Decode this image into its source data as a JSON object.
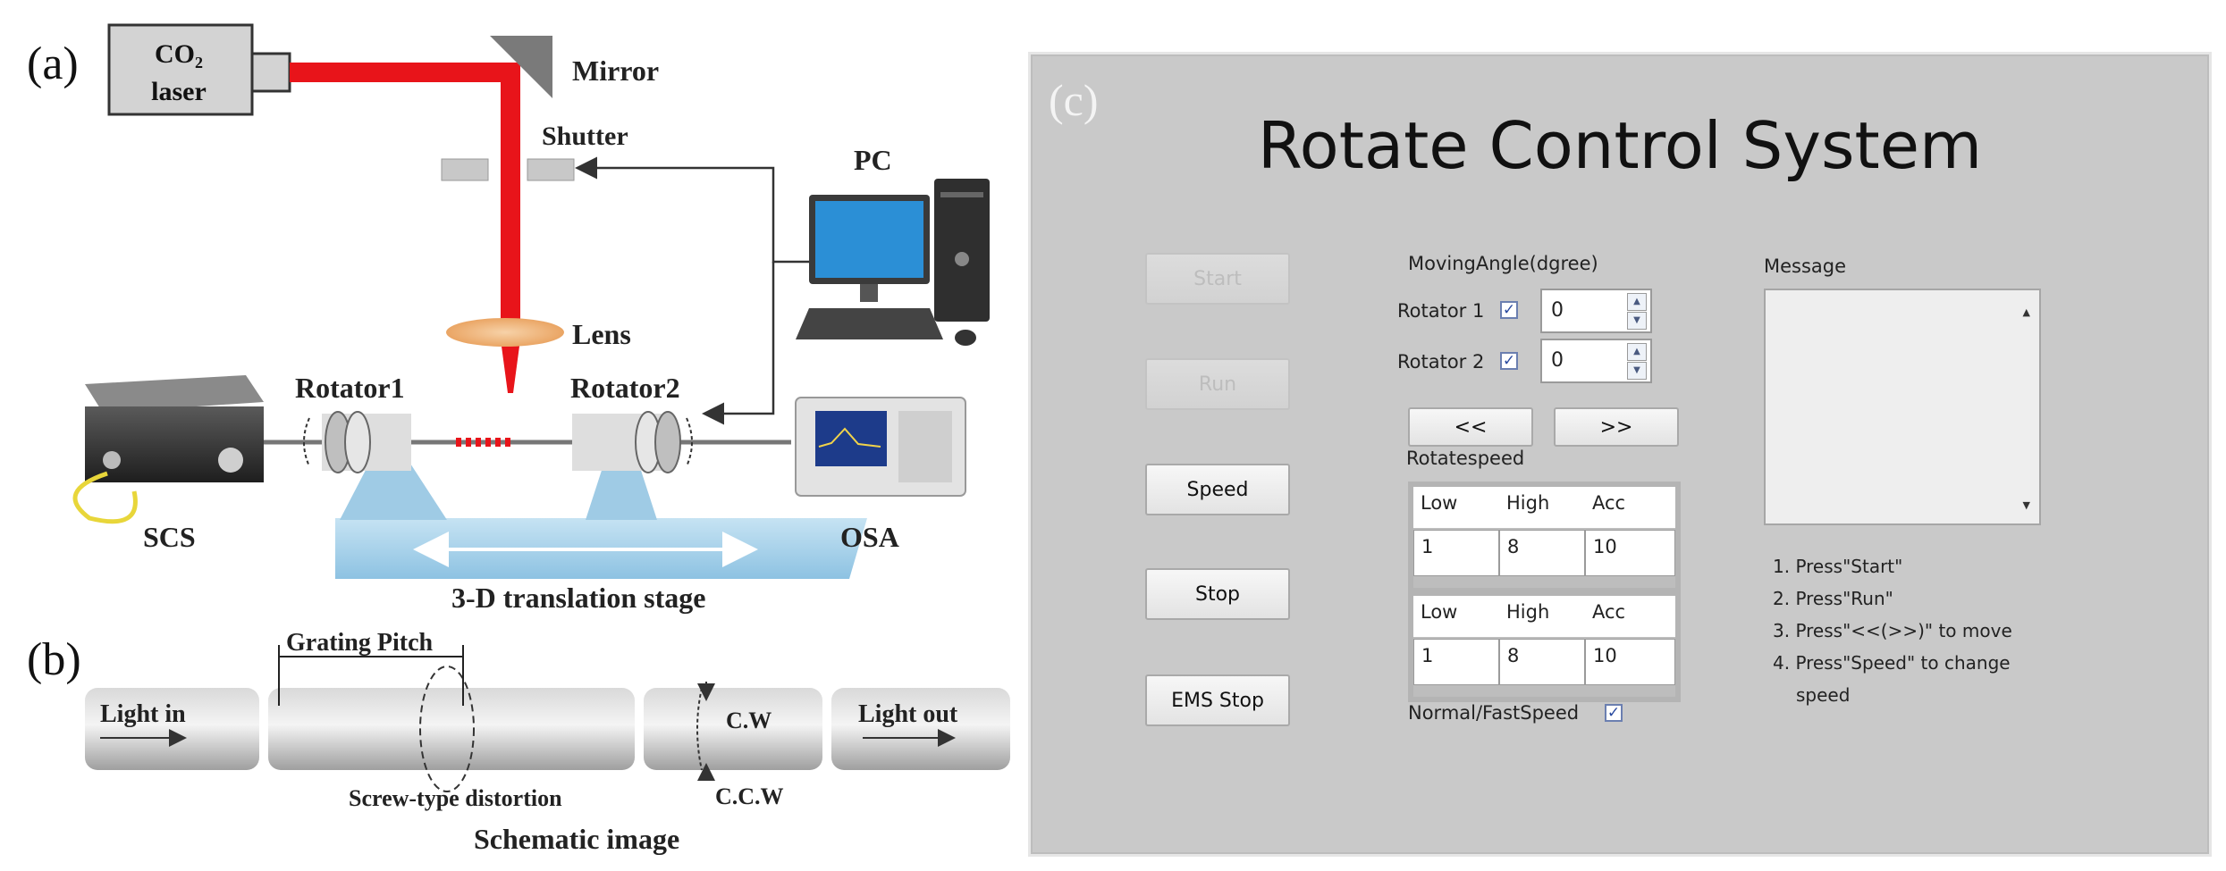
{
  "panel_a": {
    "label": "(a)",
    "laser_line1": "CO₂",
    "laser_line2": "laser",
    "mirror": "Mirror",
    "shutter": "Shutter",
    "pc": "PC",
    "lens": "Lens",
    "rotator1": "Rotator1",
    "rotator2": "Rotator2",
    "scs": "SCS",
    "osa": "OSA",
    "stage": "3-D  translation stage"
  },
  "panel_b": {
    "label": "(b)",
    "grating_pitch": "Grating Pitch",
    "light_in": "Light in",
    "light_out": "Light out",
    "cw": "C.W",
    "ccw": "C.C.W",
    "distortion": "Screw-type distortion",
    "caption": "Schematic image"
  },
  "panel_c": {
    "label": "(c)",
    "title": "Rotate Control System",
    "buttons": {
      "start": "Start",
      "run": "Run",
      "speed": "Speed",
      "stop": "Stop",
      "ems_stop": "EMS Stop",
      "back": "<<",
      "forward": ">>"
    },
    "moving_angle_label": "MovingAngle(dgree)",
    "rotator1_label": "Rotator 1",
    "rotator2_label": "Rotator 2",
    "rotator1_value": "0",
    "rotator2_value": "0",
    "rotatespeed_label": "Rotatespeed",
    "speed_table_1": {
      "headers": [
        "Low",
        "High",
        "Acc"
      ],
      "values": [
        "1",
        "8",
        "10"
      ]
    },
    "speed_table_2": {
      "headers": [
        "Low",
        "High",
        "Acc"
      ],
      "values": [
        "1",
        "8",
        "10"
      ]
    },
    "normal_fast_label": "Normal/FastSpeed",
    "message_label": "Message",
    "instructions": [
      "1. Press\"Start\"",
      "2. Press\"Run\"",
      "3. Press\"<<(>>)\" to move",
      "4. Press\"Speed\" to change",
      "speed"
    ],
    "check_mark": "✓"
  },
  "colors": {
    "laser_beam": "#e8141a",
    "ui_background": "#c9c9c9",
    "stage_blue": "#a9d3ec",
    "lens_orange": "#f2b97f"
  }
}
